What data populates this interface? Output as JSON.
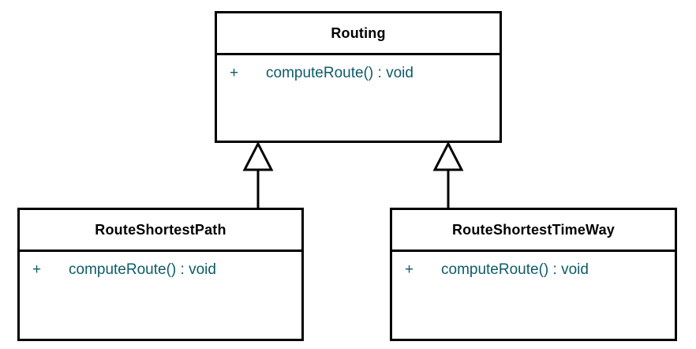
{
  "diagram": {
    "type": "uml-class-diagram",
    "background_color": "#ffffff",
    "line_color": "#000000",
    "member_text_color": "#0d5c68",
    "name_text_color": "#000000",
    "classes": [
      {
        "id": "routing",
        "name": "Routing",
        "members": [
          {
            "visibility": "+",
            "signature": "computeRoute() : void"
          }
        ]
      },
      {
        "id": "route-shortest-path",
        "name": "RouteShortestPath",
        "members": [
          {
            "visibility": "+",
            "signature": "computeRoute() : void"
          }
        ]
      },
      {
        "id": "route-shortest-time-way",
        "name": "RouteShortestTimeWay",
        "members": [
          {
            "visibility": "+",
            "signature": "computeRoute() : void"
          }
        ]
      }
    ],
    "relationships": [
      {
        "kind": "generalization",
        "from": "route-shortest-path",
        "to": "routing"
      },
      {
        "kind": "generalization",
        "from": "route-shortest-time-way",
        "to": "routing"
      }
    ]
  }
}
